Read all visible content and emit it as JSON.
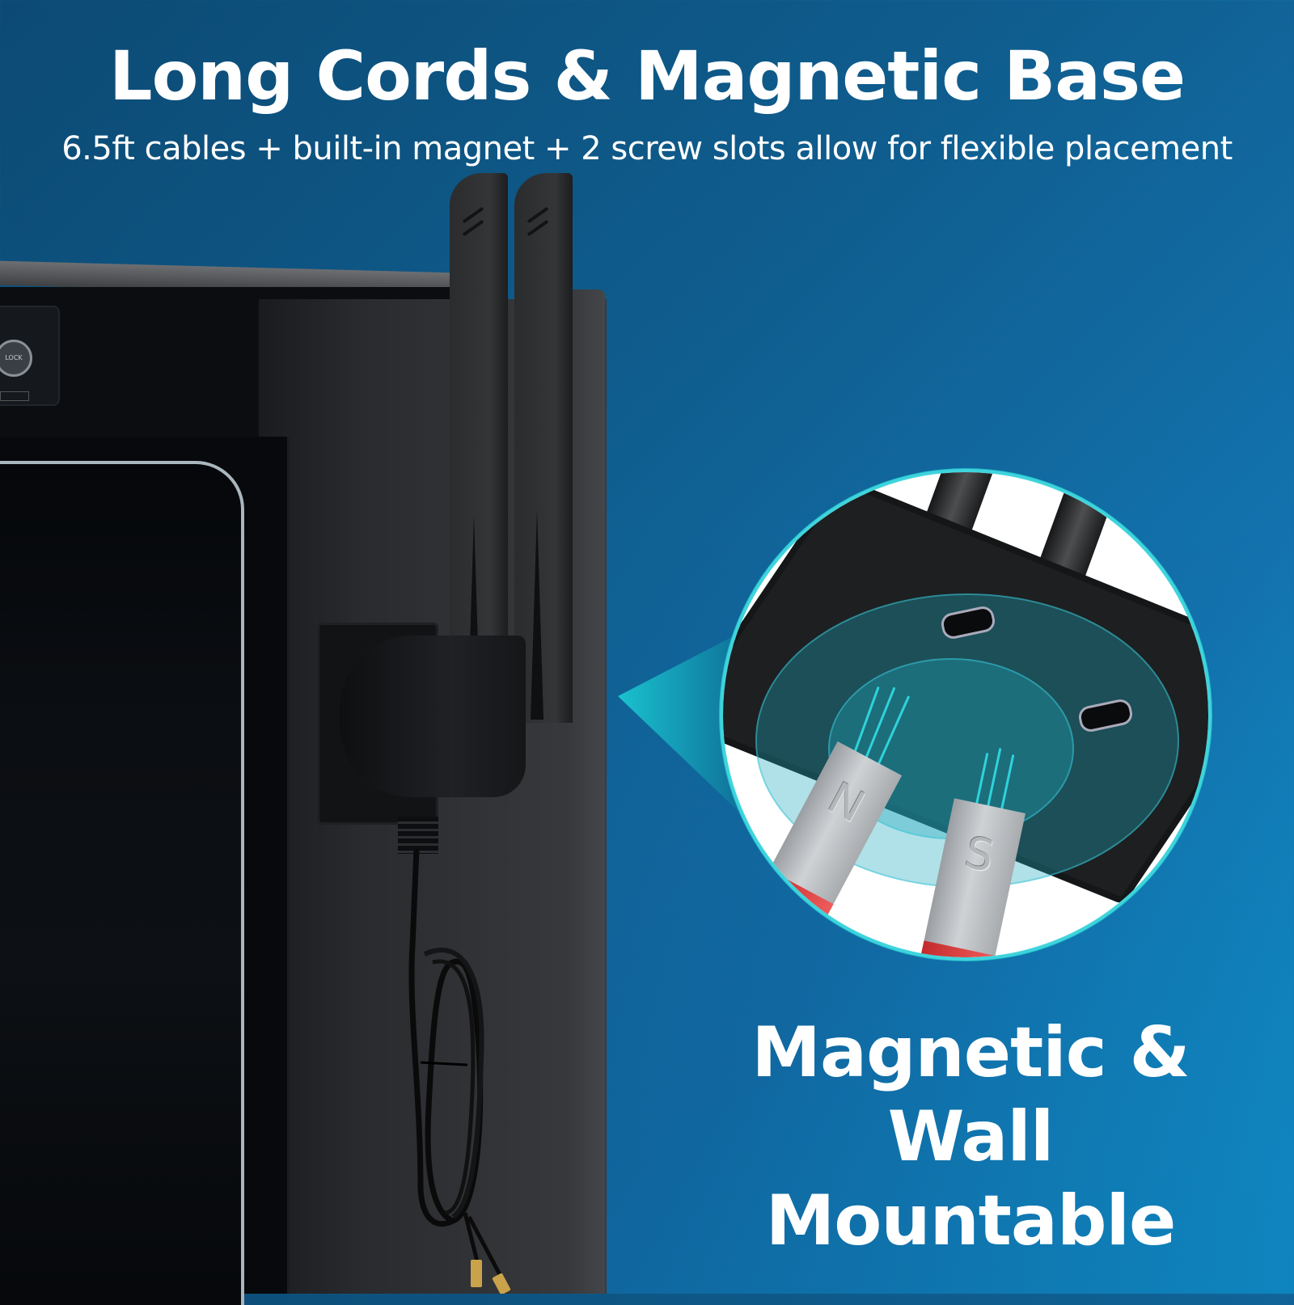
{
  "header": {
    "title": "Long Cords & Magnetic Base",
    "subtitle": "6.5ft cables + built-in magnet + 2 screw slots allow for flexible placement"
  },
  "feature": {
    "line1": "Magnetic &",
    "line2": "Wall Mountable"
  },
  "safe": {
    "lock_button_label": "LOCK"
  },
  "callout": {
    "magnet_north_label": "N",
    "magnet_south_label": "S"
  },
  "colors": {
    "background_dark": "#0c4a74",
    "background_light": "#11a6e4",
    "accent_cyan": "#3fd4dd",
    "text": "#ffffff",
    "magnet_red": "#e04848"
  }
}
